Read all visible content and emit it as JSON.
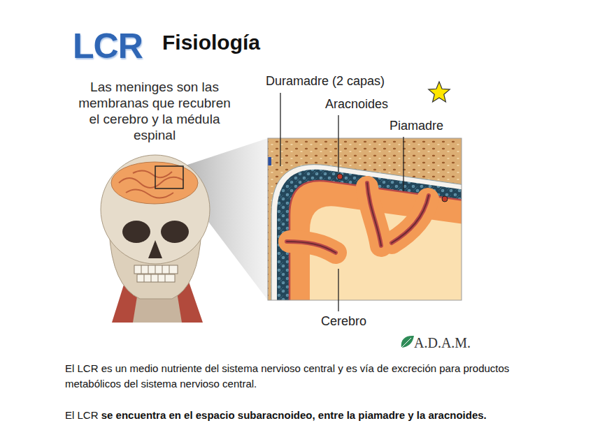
{
  "diagram": {
    "title": "Fisiología",
    "labels": [
      "LCR",
      "Las meninges son las membranas que recubren el cerebro y la médula espinal",
      "Duramadre (2 capas)",
      "Aracnoides",
      "Piamadre",
      "Cerebro",
      "A.D.A.M.",
      "El LCR es un medio nutriente del sistema nervioso central y es vía de excreción para productos metabólicos del sistema nervioso central.",
      "El LCR",
      "se encuentra en el espacio subaracnoideo, entre la piamadre y la aracnoides."
    ]
  }
}
